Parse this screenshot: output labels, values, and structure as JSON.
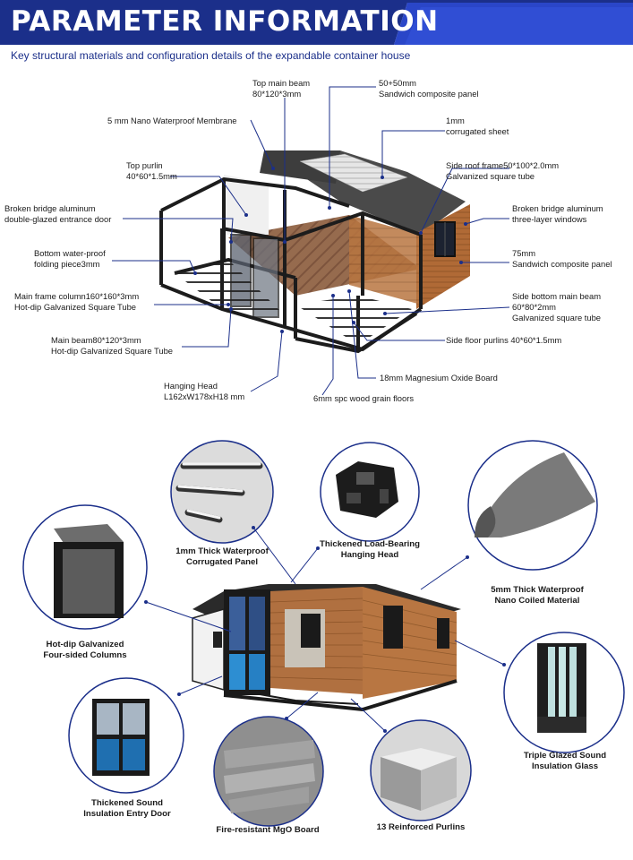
{
  "header": {
    "title": "PARAMETER INFORMATION",
    "subtitle": "Key structural materials and configuration details of the expandable container house",
    "colors": {
      "dark_blue": "#1b2f8a",
      "light_blue": "#2e4bd1"
    }
  },
  "parameters": {
    "top_main_beam": [
      "Top main beam",
      "80*120*3mm"
    ],
    "sandwich_panel_top": [
      "50+50mm",
      "Sandwich composite panel"
    ],
    "membrane": [
      "5 mm Nano Waterproof Membrane"
    ],
    "corrugated_sheet": [
      "1mm",
      "corrugated sheet"
    ],
    "top_purlin": [
      "Top purlin",
      "40*60*1.5mm"
    ],
    "side_roof_frame": [
      "Side roof frame50*100*2.0mm",
      "Galvanized square tube"
    ],
    "entrance_door": [
      "Broken bridge aluminum",
      "double-glazed entrance door"
    ],
    "windows": [
      "Broken bridge aluminum",
      "three-layer windows"
    ],
    "folding_piece": [
      "Bottom water-proof",
      "folding piece3mm"
    ],
    "sandwich_panel_75": [
      "75mm",
      "Sandwich composite panel"
    ],
    "main_frame_column": [
      "Main frame column160*160*3mm",
      "Hot-dip Galvanized Square Tube"
    ],
    "side_bottom_main_beam": [
      "Side bottom main beam",
      "60*80*2mm",
      "Galvanized square tube"
    ],
    "main_beam": [
      "Main beam80*120*3mm",
      "Hot-dip Galvanized Square Tube"
    ],
    "side_floor_purlins": [
      "Side floor purlins 40*60*1.5mm"
    ],
    "hanging_head": [
      "Hanging Head",
      "L162xW178xH18 mm"
    ],
    "mgo_board": [
      "18mm Magnesium Oxide Board"
    ],
    "spc_floor": [
      "6mm spc wood grain floors"
    ]
  },
  "features": {
    "corrugated_panel": [
      "1mm Thick Waterproof",
      "Corrugated Panel"
    ],
    "hanging_head": [
      "Thickened Load-Bearing",
      "Hanging Head"
    ],
    "nano_coiled": [
      "5mm Thick Waterproof",
      "Nano Coiled Material"
    ],
    "columns": [
      "Hot-dip Galvanized",
      "Four-sided Columns"
    ],
    "insulation_glass": [
      "Triple Glazed Sound",
      "Insulation Glass"
    ],
    "entry_door": [
      "Thickened Sound",
      "Insulation Entry Door"
    ],
    "mgo_board": [
      "Fire-resistant MgO Board"
    ],
    "purlins": [
      "13 Reinforced Purlins"
    ]
  }
}
